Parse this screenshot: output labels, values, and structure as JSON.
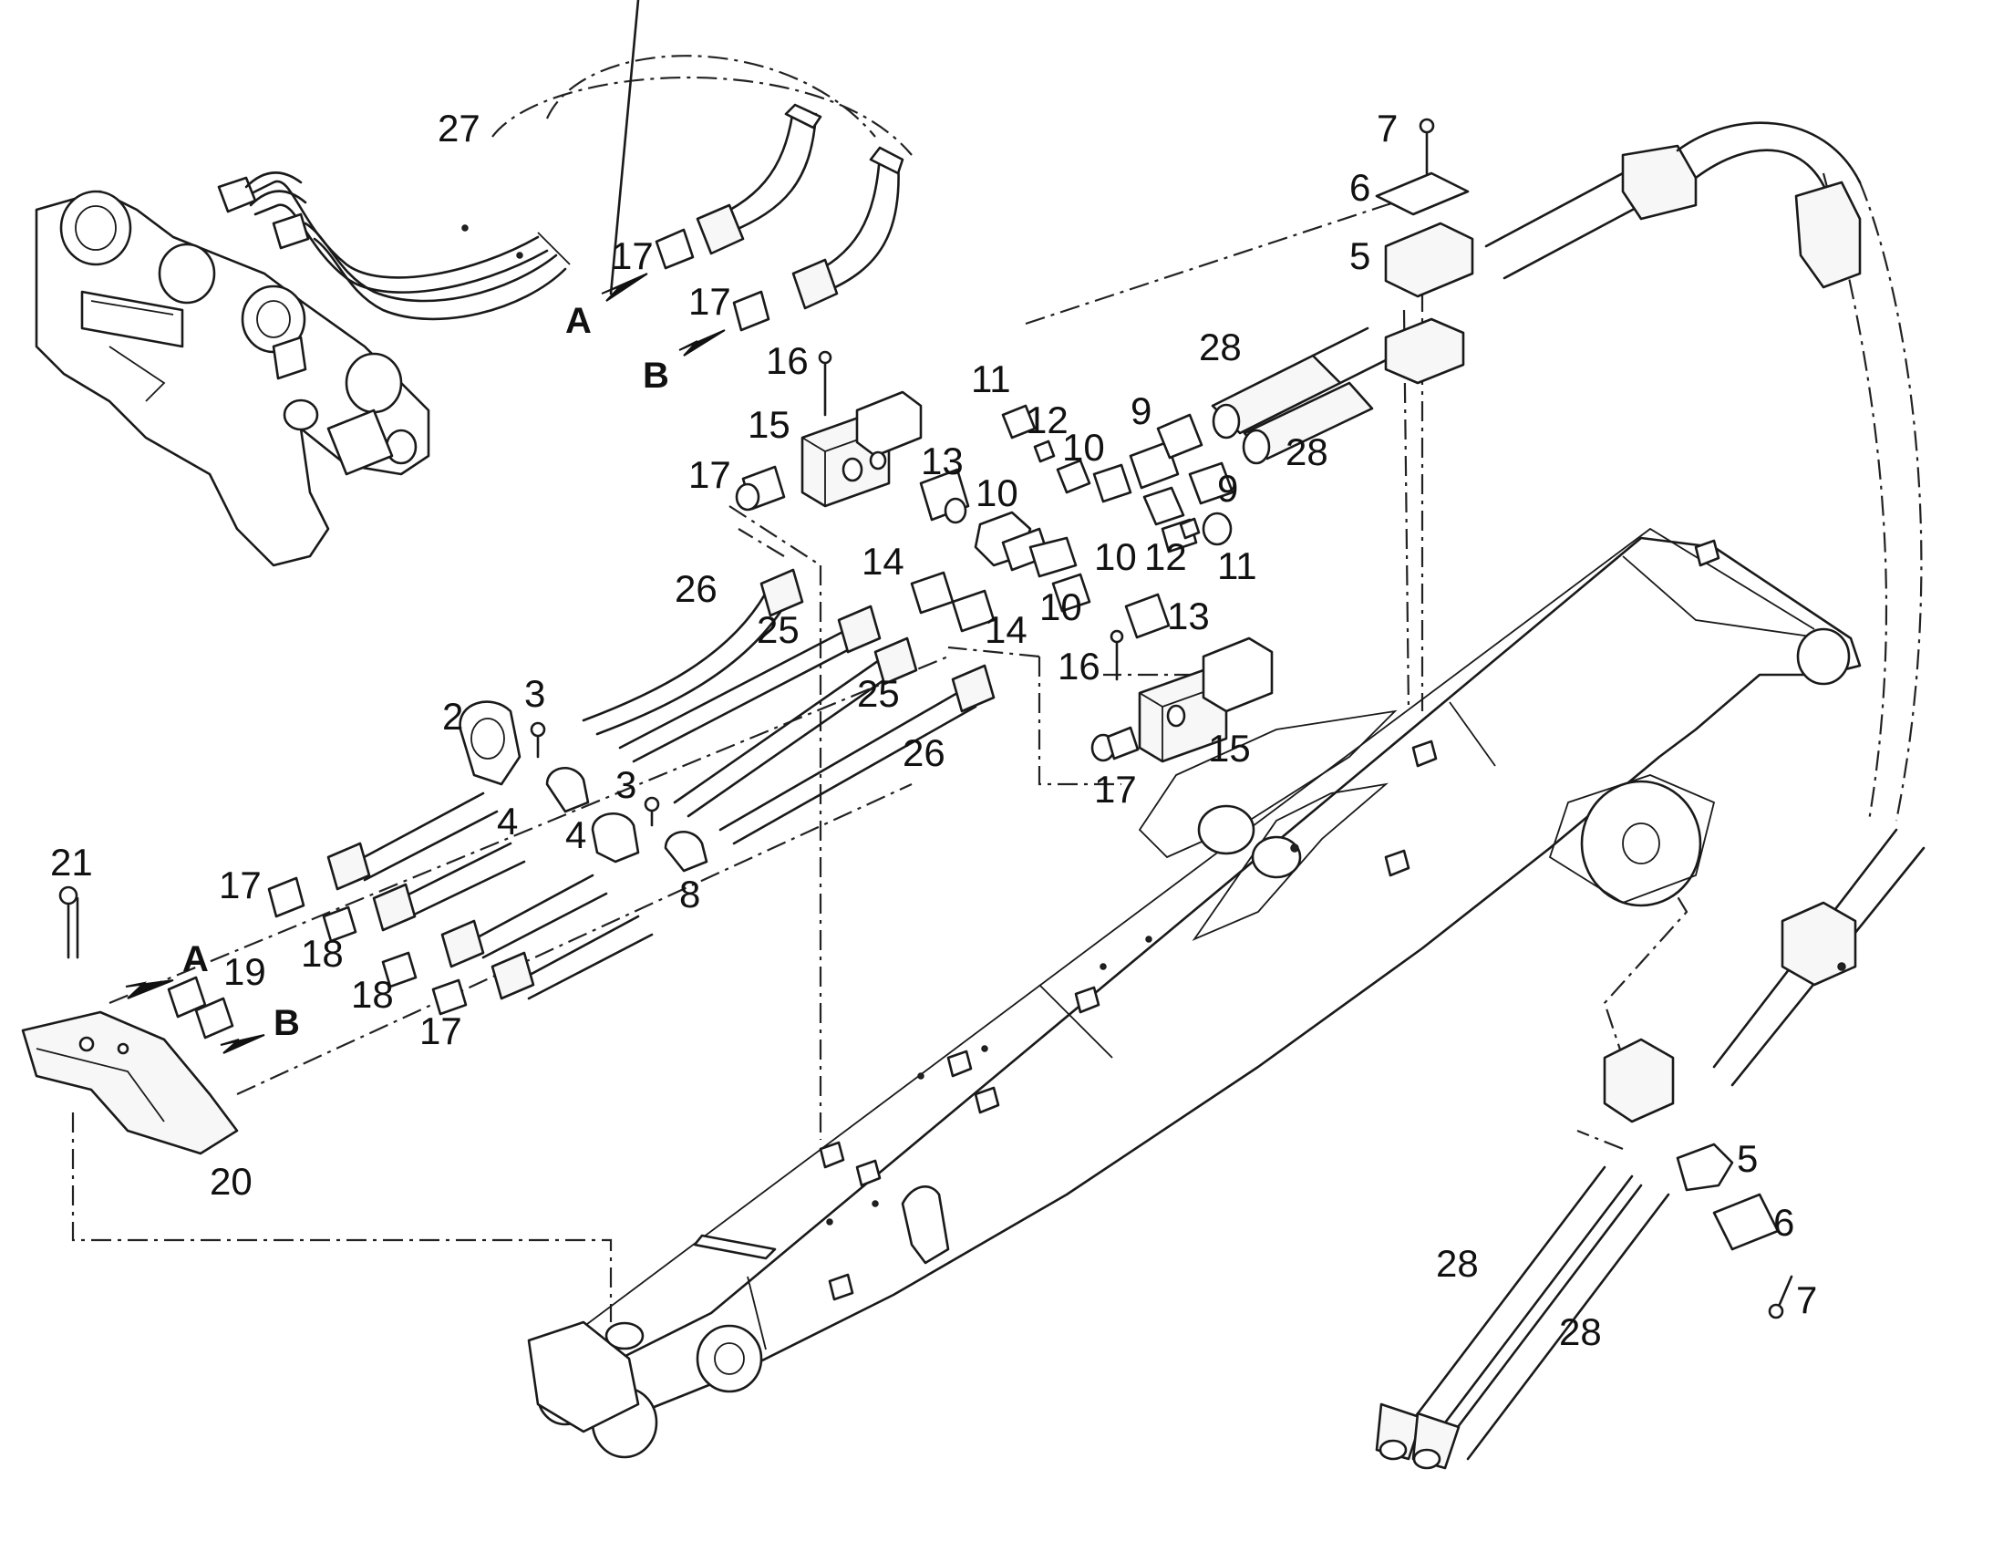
{
  "callouts": {
    "c2": "2",
    "c3a": "3",
    "c3b": "3",
    "c4a": "4",
    "c4b": "4",
    "c5a": "5",
    "c5b": "5",
    "c6a": "6",
    "c6b": "6",
    "c7a": "7",
    "c7b": "7",
    "c8": "8",
    "c9a": "9",
    "c9b": "9",
    "c10a": "10",
    "c10b": "10",
    "c10c": "10",
    "c10d": "10",
    "c11a": "11",
    "c11b": "11",
    "c12a": "12",
    "c12b": "12",
    "c13a": "13",
    "c13b": "13",
    "c14a": "14",
    "c14b": "14",
    "c15a": "15",
    "c15b": "15",
    "c16a": "16",
    "c16b": "16",
    "c17a": "17",
    "c17b": "17",
    "c17c": "17",
    "c17d": "17",
    "c17e": "17",
    "c17f": "17",
    "c18a": "18",
    "c18b": "18",
    "c19": "19",
    "c20": "20",
    "c21": "21",
    "c25a": "25",
    "c25b": "25",
    "c26a": "26",
    "c26b": "26",
    "c27": "27",
    "c28a": "28",
    "c28b": "28",
    "c28c": "28",
    "c28d": "28"
  },
  "direction_labels": {
    "a_top": "A",
    "b_top": "B",
    "a_left": "A",
    "b_left": "B"
  }
}
